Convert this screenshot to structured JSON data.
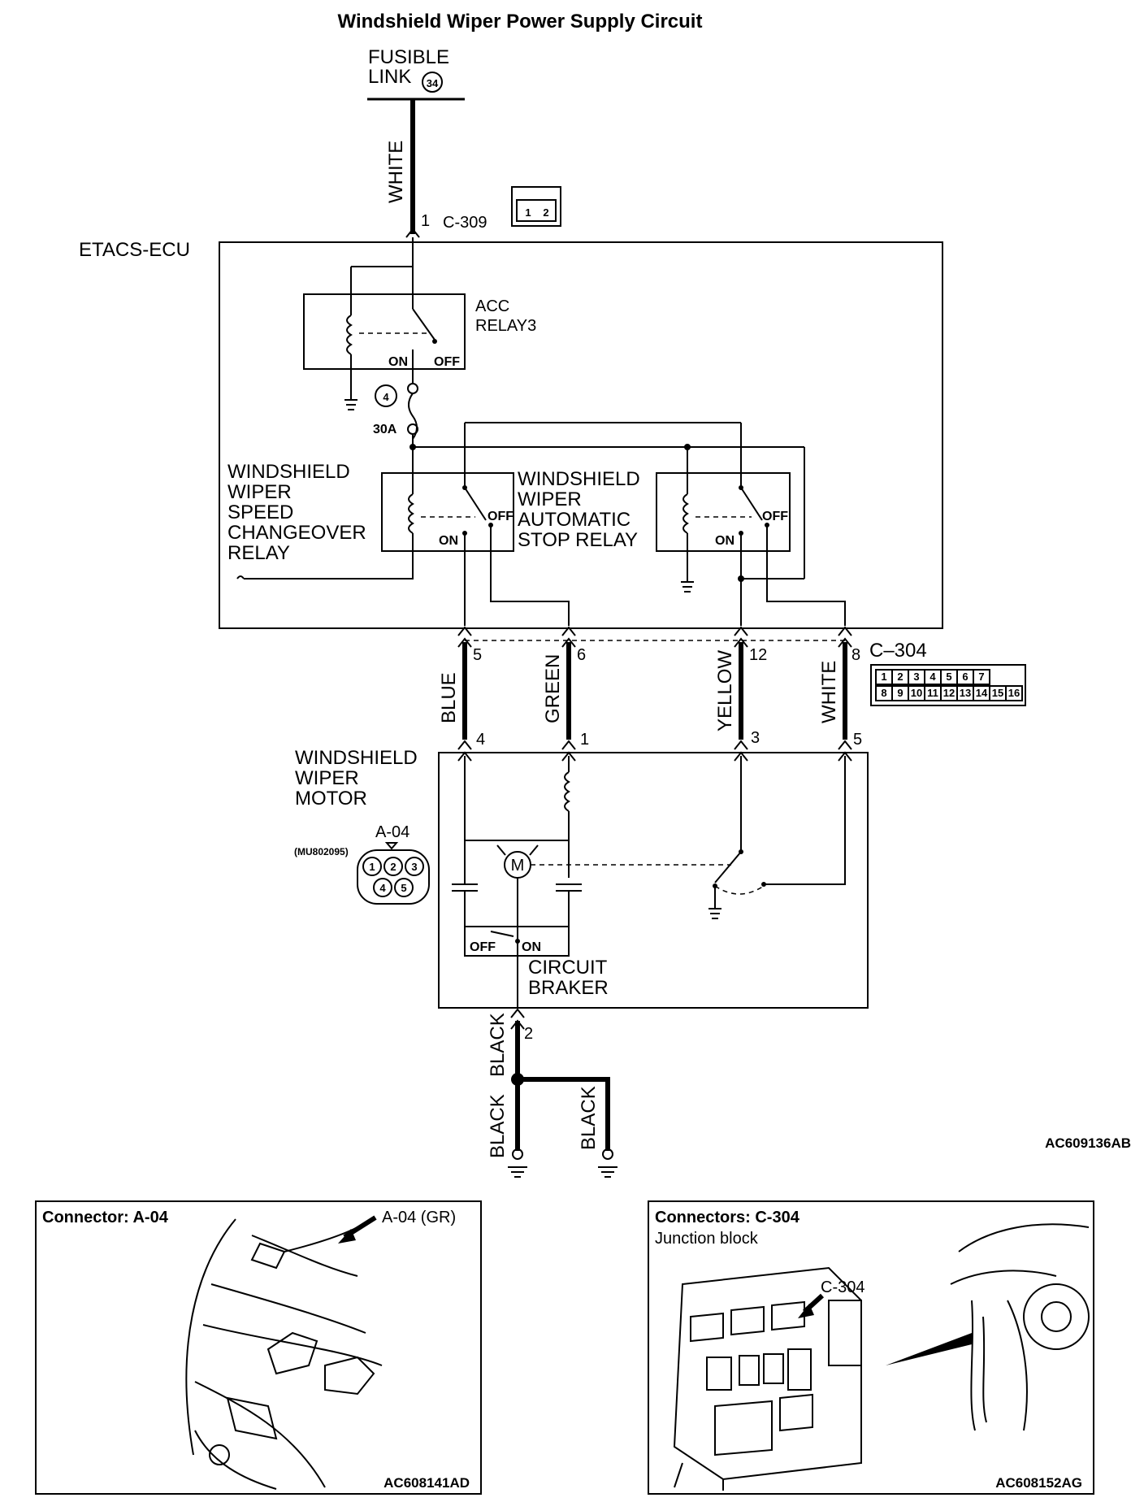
{
  "title": "Windshield Wiper Power Supply Circuit",
  "fusible_link": {
    "line1": "FUSIBLE",
    "line2": "LINK",
    "number": "34"
  },
  "wire_colors": {
    "white_top": "WHITE",
    "blue": "BLUE",
    "green": "GREEN",
    "yellow": "YELLOW",
    "white": "WHITE",
    "black_main": "BLACK",
    "black_left": "BLACK",
    "black_right": "BLACK"
  },
  "connectors": {
    "c309": {
      "pin": "1",
      "name": "C-309",
      "pins": [
        "1",
        "2"
      ]
    },
    "c304": {
      "name": "C–304",
      "pins_row1": [
        "1",
        "2",
        "3",
        "4",
        "5",
        "6",
        "7"
      ],
      "pins_row2": [
        "8",
        "9",
        "10",
        "11",
        "12",
        "13",
        "14",
        "15",
        "16"
      ],
      "ecu_pins": [
        "5",
        "6",
        "12",
        "8"
      ]
    },
    "a04": {
      "name": "A-04",
      "part": "(MU802095)",
      "pins": [
        "1",
        "2",
        "3",
        "4",
        "5"
      ],
      "motor_pins": [
        "4",
        "1",
        "3",
        "5"
      ],
      "ground_pin": "2"
    }
  },
  "ecu": {
    "label": "ETACS-ECU",
    "acc_relay": {
      "line1": "ACC",
      "line2": "RELAY3",
      "on": "ON",
      "off": "OFF"
    },
    "fuse": {
      "number": "4",
      "rating": "30A"
    },
    "speed_relay": {
      "lines": [
        "WINDSHIELD",
        "WIPER",
        "SPEED",
        "CHANGEOVER",
        "RELAY"
      ],
      "on": "ON",
      "off": "OFF"
    },
    "stop_relay": {
      "lines": [
        "WINDSHIELD",
        "WIPER",
        "AUTOMATIC",
        "STOP RELAY"
      ],
      "on": "ON",
      "off": "OFF"
    }
  },
  "motor": {
    "lines": [
      "WINDSHIELD",
      "WIPER",
      "MOTOR"
    ],
    "symbol": "M",
    "breaker": {
      "line1": "CIRCUIT",
      "line2": "BRAKER",
      "on": "ON",
      "off": "OFF"
    }
  },
  "figure_codes": {
    "main": "AC609136AB",
    "panel_a04": "AC608141AD",
    "panel_c304": "AC608152AG"
  },
  "panel_a04": {
    "title": "Connector: A-04",
    "callout": "A-04 (GR)"
  },
  "panel_c304": {
    "title": "Connectors: C-304",
    "subtitle": "Junction block",
    "callout": "C-304"
  }
}
